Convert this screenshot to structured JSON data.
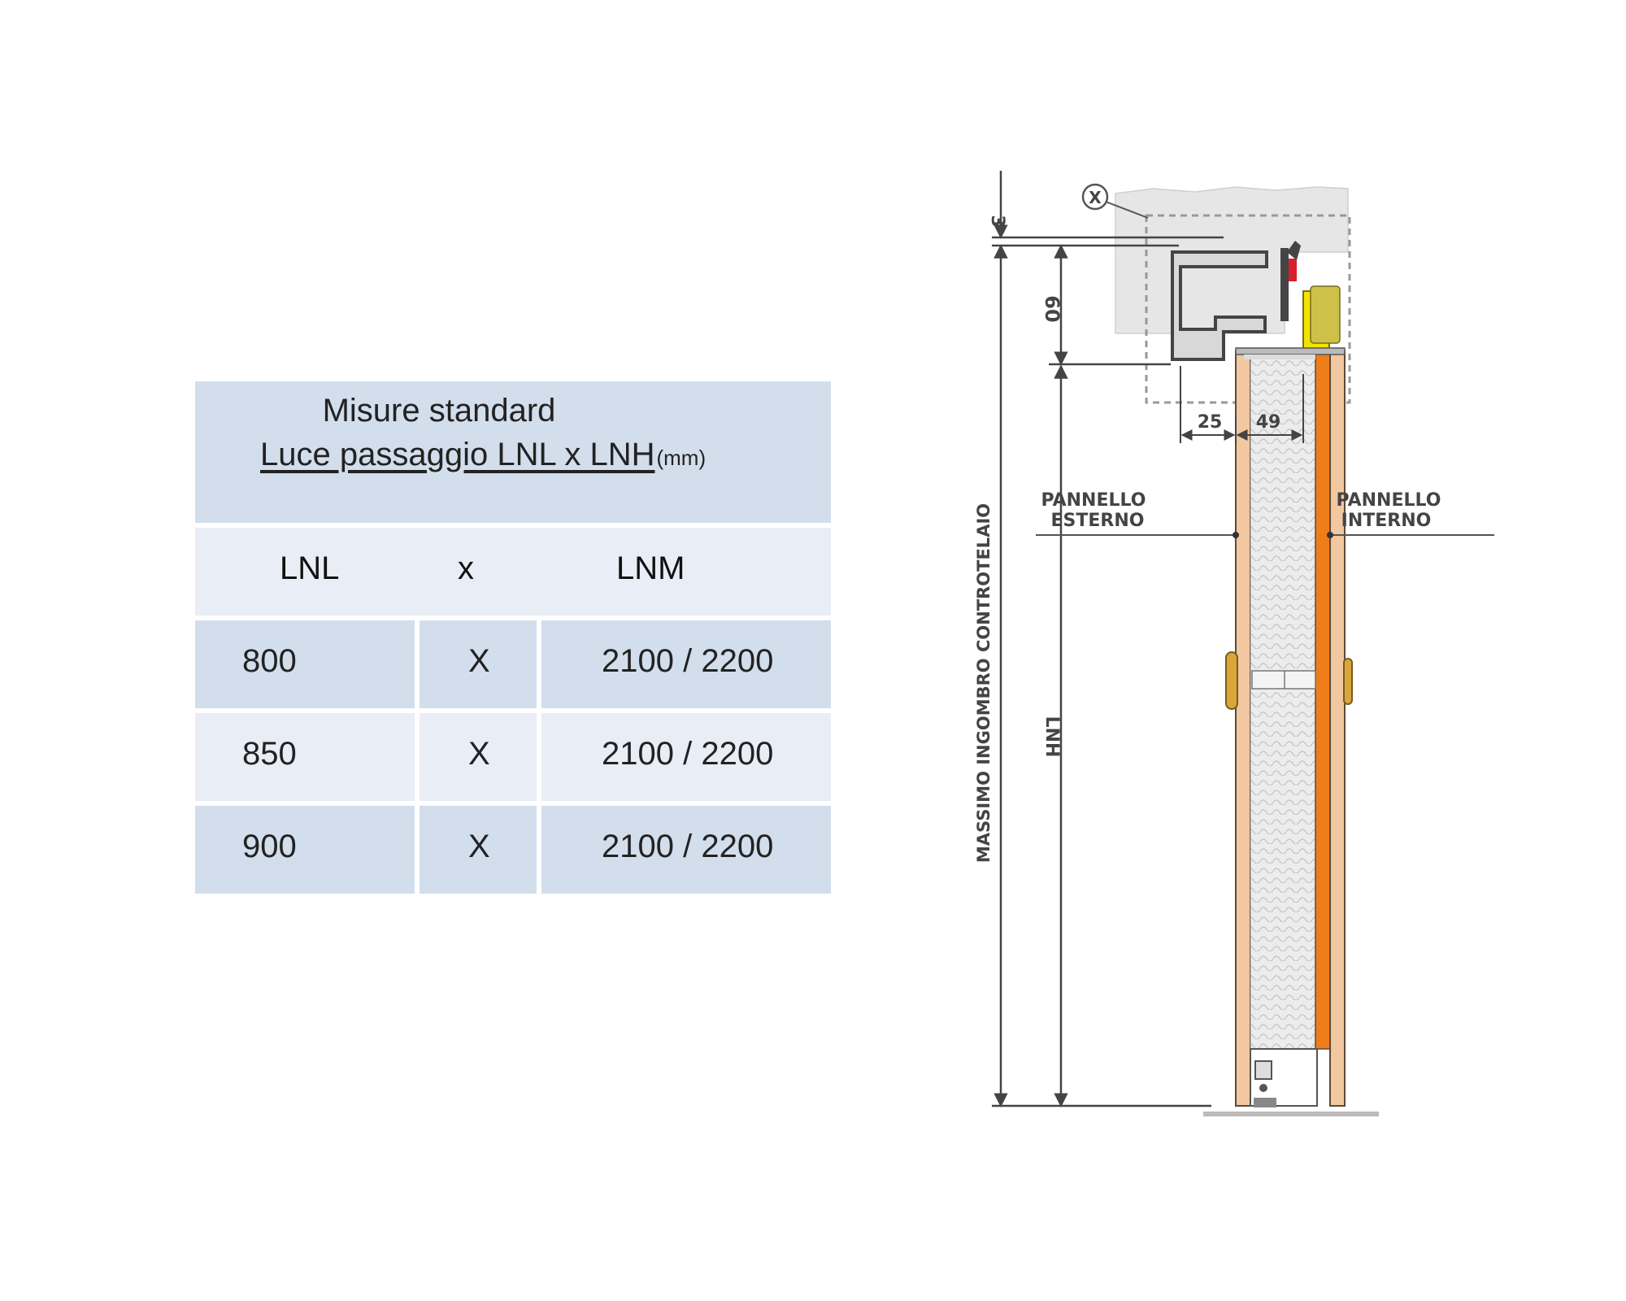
{
  "table": {
    "title": "Misure standard",
    "subtitle": "Luce passaggio LNL x LNH",
    "unit": "(mm)",
    "columns": [
      "LNL",
      "x",
      "LNM"
    ],
    "rows": [
      {
        "width": "800",
        "x": "X",
        "height": "2100 / 2200"
      },
      {
        "width": "850",
        "x": "X",
        "height": "2100 / 2200"
      },
      {
        "width": "900",
        "x": "X",
        "height": "2100 / 2200"
      }
    ]
  },
  "drawing": {
    "detail_marker": "X",
    "dim_top": "3",
    "dim_frame": "60",
    "dim_left": "25",
    "dim_right": "49",
    "label_outer_line1": "PANNELLO",
    "label_outer_line2": "ESTERNO",
    "label_inner_line1": "PANNELLO",
    "label_inner_line2": "INTERNO",
    "label_overall": "MASSIMO INGOMBRO CONTROTELAIO",
    "label_lnh": "LNH",
    "colors": {
      "wood": "#f2c8a0",
      "orange_core": "#ef7d1a",
      "insulation": "#e9e9e9",
      "wall": "#e6e6e6",
      "seal_yellow": "#f2e400",
      "seal_red": "#d8202a",
      "hinge": "#d8a63a"
    }
  }
}
